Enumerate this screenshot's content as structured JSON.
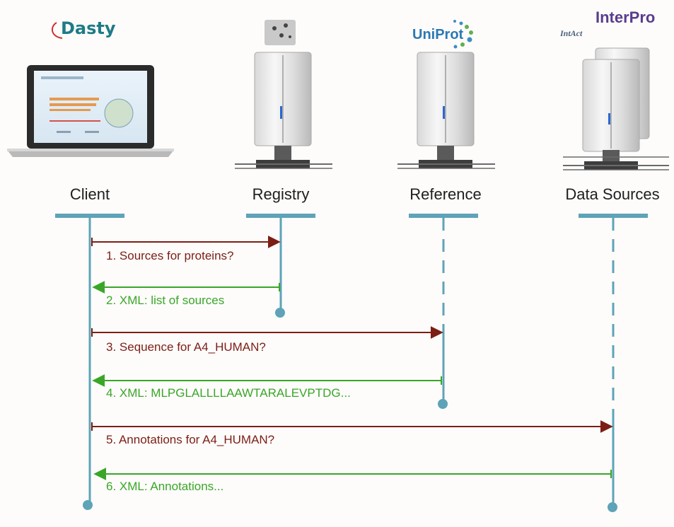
{
  "logos": {
    "dasty": "Dasty",
    "uniprot": "UniProt",
    "interpro": "InterPro",
    "intact": "IntAct"
  },
  "participants": [
    {
      "id": "client",
      "label": "Client"
    },
    {
      "id": "registry",
      "label": "Registry"
    },
    {
      "id": "reference",
      "label": "Reference"
    },
    {
      "id": "datasources",
      "label": "Data Sources"
    }
  ],
  "messages": [
    {
      "text": "1. Sources for proteins?",
      "kind": "request",
      "from": "client",
      "to": "registry"
    },
    {
      "text": "2. XML: list of sources",
      "kind": "response",
      "from": "registry",
      "to": "client"
    },
    {
      "text": "3. Sequence for A4_HUMAN?",
      "kind": "request",
      "from": "client",
      "to": "reference"
    },
    {
      "text": "4. XML: MLPGLALLLLAAWTARALEVPTDG...",
      "kind": "response",
      "from": "reference",
      "to": "client"
    },
    {
      "text": "5. Annotations for A4_HUMAN?",
      "kind": "request",
      "from": "client",
      "to": "datasources"
    },
    {
      "text": "6. XML: Annotations...",
      "kind": "response",
      "from": "datasources",
      "to": "client"
    }
  ],
  "colors": {
    "lifeline": "#5ea3b7",
    "request": "#7c1e14",
    "response": "#3aa628"
  }
}
